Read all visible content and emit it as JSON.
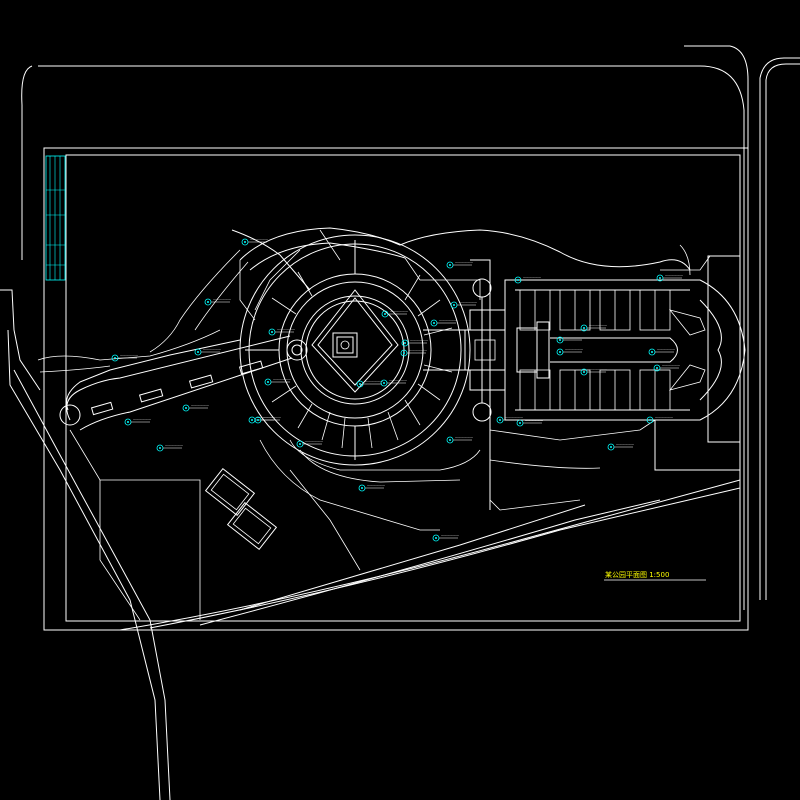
{
  "drawing": {
    "title": "某公园平面图  1:500",
    "colors": {
      "background": "#000000",
      "linework": "#ffffff",
      "markers": "#00ffff",
      "title_text": "#ffff00",
      "title_block": "#00ffff"
    },
    "marker_labels": [
      "一一一一一一",
      "一一一一一一",
      "一一一一一一",
      "一一一一一一",
      "一一一一一一",
      "一一一一一一",
      "一一一一一一",
      "一一一一一一",
      "一一一一一一",
      "一一一一一一",
      "一一一一一一",
      "一一一一一一",
      "一一一一一一",
      "一一一一一一",
      "一一一一一一",
      "一一一一一一",
      "一一一一一一",
      "一一一一一一",
      "一一一一一一",
      "一一一一一一",
      "一一一一一一",
      "一一一一一一",
      "一一一一一一",
      "一一一一一一",
      "一一一一一一",
      "一一一一一一",
      "一一一一一一",
      "一一一一一一",
      "一一一一一一",
      "一一一一一一",
      "一一一一一一",
      "一一一一一一",
      "一一一一一一",
      "一一一一一一",
      "一一一一一一"
    ]
  }
}
